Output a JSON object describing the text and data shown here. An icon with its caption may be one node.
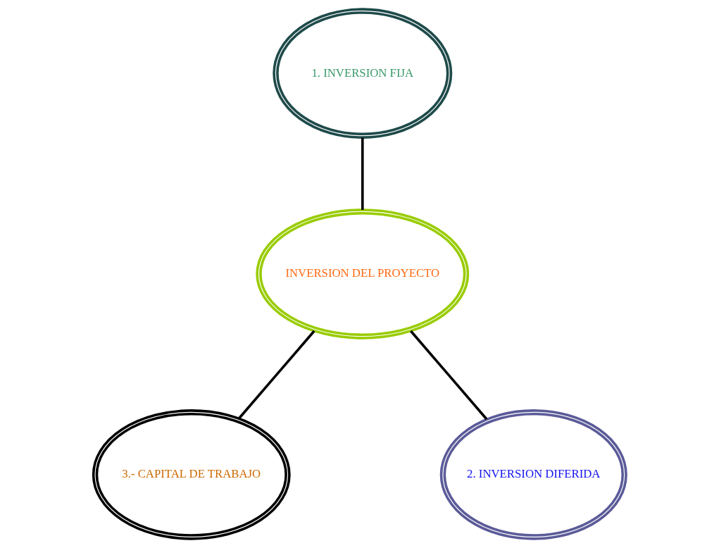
{
  "diagram": {
    "nodes": [
      {
        "text": [
          "1. INVERSION FIJA"
        ]
      },
      {
        "text": [
          "INVERSION DEL PROYECTO"
        ]
      },
      {
        "text": [
          "3.- CAPITAL DE TRABAJO"
        ]
      },
      {
        "text": [
          "2. INVERSION DIFERIDA"
        ]
      }
    ],
    "edges": [
      {
        "from": 1,
        "to": 0,
        "arrow": "none"
      },
      {
        "from": 1,
        "to": 2,
        "arrow": "none"
      },
      {
        "from": 1,
        "to": 3,
        "arrow": "none"
      }
    ]
  }
}
